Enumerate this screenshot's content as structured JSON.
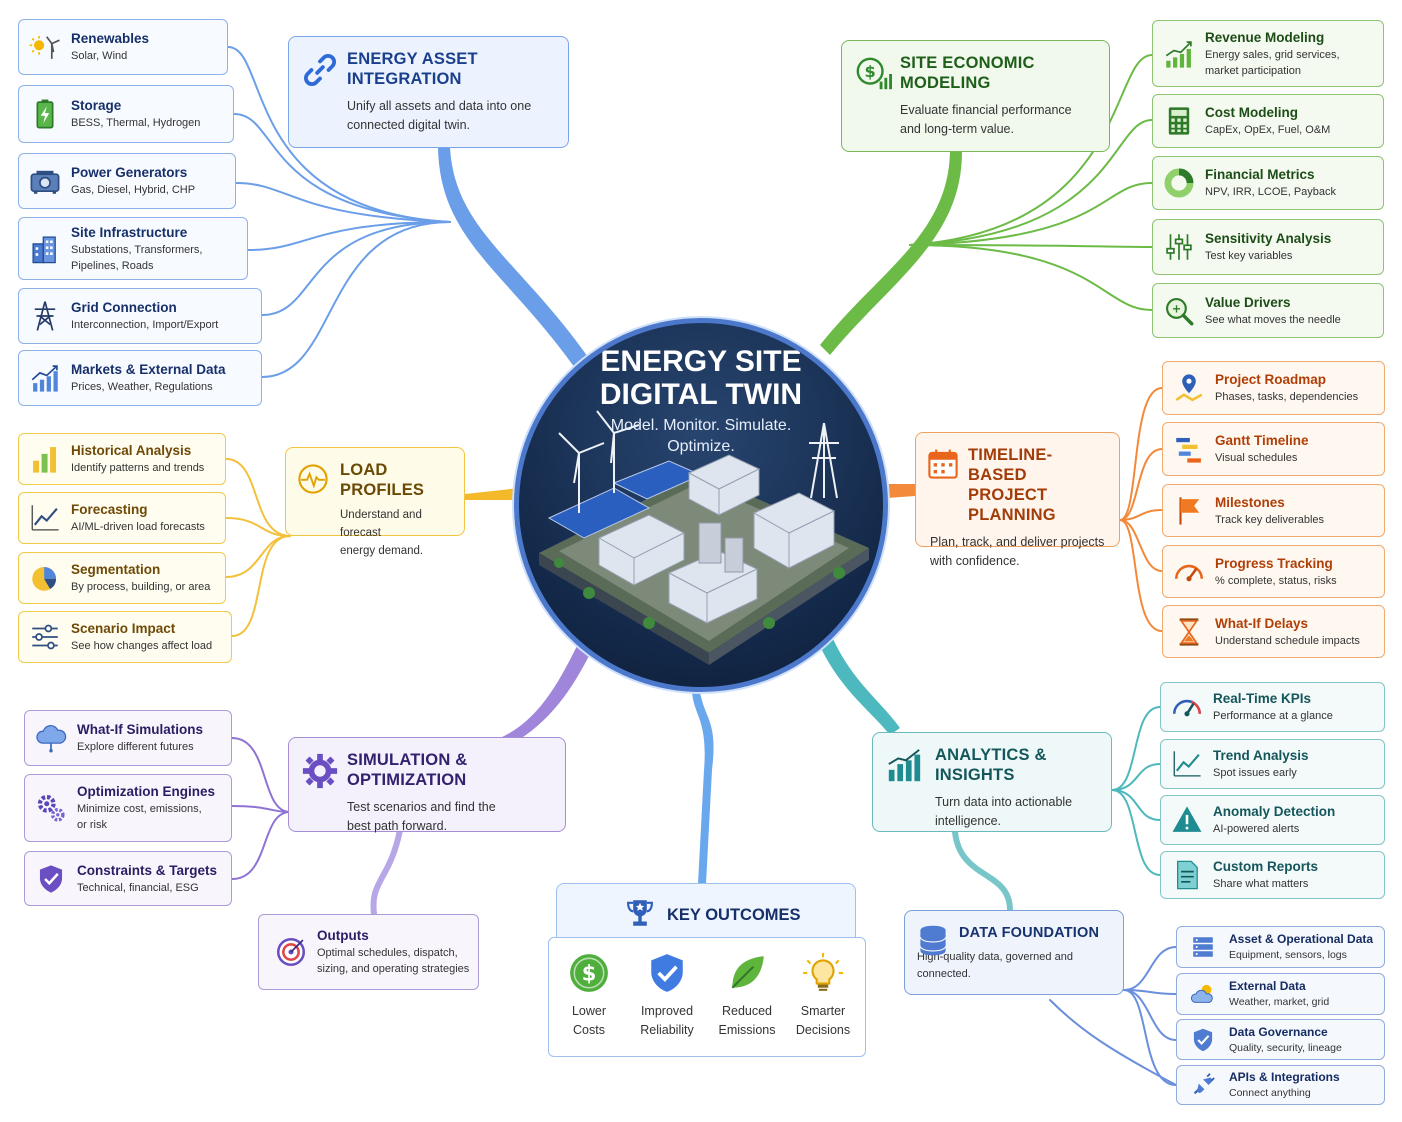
{
  "hub": {
    "title_line1": "ENERGY SITE",
    "title_line2": "DIGITAL TWIN",
    "tagline_line1": "Model. Monitor. Simulate.",
    "tagline_line2": "Optimize."
  },
  "branches": {
    "asset_integration": {
      "title": "ENERGY ASSET INTEGRATION",
      "desc_line1": "Unify all assets and data into one",
      "desc_line2": "connected digital twin.",
      "icon": "link-icon",
      "color": "#4a86e8"
    },
    "economic_modeling": {
      "title": "SITE ECONOMIC MODELING",
      "desc_line1": "Evaluate financial performance",
      "desc_line2": "and long-term value.",
      "icon": "dollar-chart-icon",
      "color": "#5fb43b"
    },
    "load_profiles": {
      "title": "LOAD PROFILES",
      "desc_line1": "Understand and forecast",
      "desc_line2": "energy demand.",
      "icon": "pulse-icon",
      "color": "#f2b21c"
    },
    "project_planning": {
      "title_line1": "TIMELINE-BASED",
      "title_line2": "PROJECT PLANNING",
      "desc_line1": "Plan, track, and deliver projects",
      "desc_line2": "with confidence.",
      "icon": "calendar-icon",
      "color": "#f07a22"
    },
    "simulation": {
      "title": "SIMULATION & OPTIMIZATION",
      "desc_line1": "Test scenarios and find the",
      "desc_line2": "best path forward.",
      "icon": "gear-icon",
      "color": "#8c6fd1"
    },
    "analytics": {
      "title": "ANALYTICS & INSIGHTS",
      "desc_line1": "Turn data into actionable",
      "desc_line2": "intelligence.",
      "icon": "bar-chart-icon",
      "color": "#3aaeb2"
    },
    "data_foundation": {
      "title": "DATA FOUNDATION",
      "desc_line1": "High-quality data, governed and",
      "desc_line2": "connected.",
      "icon": "database-icon",
      "color": "#5b82d4"
    }
  },
  "asset_items": [
    {
      "title": "Renewables",
      "sub": "Solar, Wind",
      "icon": "solar-wind-icon"
    },
    {
      "title": "Storage",
      "sub": "BESS, Thermal, Hydrogen",
      "icon": "battery-icon"
    },
    {
      "title": "Power Generators",
      "sub": "Gas, Diesel, Hybrid, CHP",
      "icon": "generator-icon"
    },
    {
      "title": "Site Infrastructure",
      "sub": "Substations, Transformers,",
      "sub2": "Pipelines, Roads",
      "icon": "building-icon"
    },
    {
      "title": "Grid Connection",
      "sub": "Interconnection, Import/Export",
      "icon": "tower-icon"
    },
    {
      "title": "Markets & External Data",
      "sub": "Prices, Weather, Regulations",
      "icon": "trend-chart-icon"
    }
  ],
  "economic_items": [
    {
      "title": "Revenue Modeling",
      "sub": "Energy sales, grid services,",
      "sub2": "market participation",
      "icon": "growth-chart-icon"
    },
    {
      "title": "Cost Modeling",
      "sub": "CapEx, OpEx, Fuel, O&M",
      "icon": "calculator-icon"
    },
    {
      "title": "Financial Metrics",
      "sub": "NPV, IRR, LCOE, Payback",
      "icon": "donut-chart-icon"
    },
    {
      "title": "Sensitivity Analysis",
      "sub": "Test key variables",
      "icon": "sliders-icon"
    },
    {
      "title": "Value Drivers",
      "sub": "See what moves the needle",
      "icon": "magnifier-icon"
    }
  ],
  "load_items": [
    {
      "title": "Historical Analysis",
      "sub": "Identify patterns and trends",
      "icon": "bar-chart-icon"
    },
    {
      "title": "Forecasting",
      "sub": "AI/ML-driven load forecasts",
      "icon": "line-chart-icon"
    },
    {
      "title": "Segmentation",
      "sub": "By process, building, or area",
      "icon": "pie-chart-icon"
    },
    {
      "title": "Scenario Impact",
      "sub": "See how changes affect load",
      "icon": "sliders-icon"
    }
  ],
  "planning_items": [
    {
      "title": "Project Roadmap",
      "sub": "Phases, tasks, dependencies",
      "icon": "map-pin-icon"
    },
    {
      "title": "Gantt Timeline",
      "sub": "Visual schedules",
      "icon": "gantt-icon"
    },
    {
      "title": "Milestones",
      "sub": "Track key deliverables",
      "icon": "flag-icon"
    },
    {
      "title": "Progress Tracking",
      "sub": "% complete, status, risks",
      "icon": "gauge-icon"
    },
    {
      "title": "What-If Delays",
      "sub": "Understand schedule impacts",
      "icon": "hourglass-icon"
    }
  ],
  "simulation_items": [
    {
      "title": "What-If Simulations",
      "sub": "Explore different futures",
      "icon": "cloud-icon"
    },
    {
      "title": "Optimization Engines",
      "sub": "Minimize cost, emissions,",
      "sub2": "or risk",
      "icon": "gears-icon"
    },
    {
      "title": "Constraints & Targets",
      "sub": "Technical, financial, ESG",
      "icon": "shield-check-icon"
    },
    {
      "title": "Outputs",
      "sub": "Optimal schedules, dispatch,",
      "sub2": "sizing, and operating strategies",
      "icon": "target-icon"
    }
  ],
  "analytics_items": [
    {
      "title": "Real-Time KPIs",
      "sub": "Performance at a glance",
      "icon": "gauge-icon"
    },
    {
      "title": "Trend Analysis",
      "sub": "Spot issues early",
      "icon": "line-chart-icon"
    },
    {
      "title": "Anomaly Detection",
      "sub": "AI-powered alerts",
      "icon": "warning-icon"
    },
    {
      "title": "Custom Reports",
      "sub": "Share what matters",
      "icon": "document-icon"
    }
  ],
  "data_items": [
    {
      "title": "Asset & Operational Data",
      "sub": "Equipment, sensors, logs",
      "icon": "server-icon"
    },
    {
      "title": "External Data",
      "sub": "Weather, market, grid",
      "icon": "weather-icon"
    },
    {
      "title": "Data Governance",
      "sub": "Quality, security, lineage",
      "icon": "shield-icon"
    },
    {
      "title": "APIs & Integrations",
      "sub": "Connect anything",
      "icon": "plug-icon"
    }
  ],
  "outcomes": {
    "title": "KEY OUTCOMES",
    "icon": "trophy-icon",
    "items": [
      {
        "line1": "Lower",
        "line2": "Costs",
        "icon": "dollar-coin-icon"
      },
      {
        "line1": "Improved",
        "line2": "Reliability",
        "icon": "shield-check-icon"
      },
      {
        "line1": "Reduced",
        "line2": "Emissions",
        "icon": "leaf-icon"
      },
      {
        "line1": "Smarter",
        "line2": "Decisions",
        "icon": "lightbulb-icon"
      }
    ]
  }
}
